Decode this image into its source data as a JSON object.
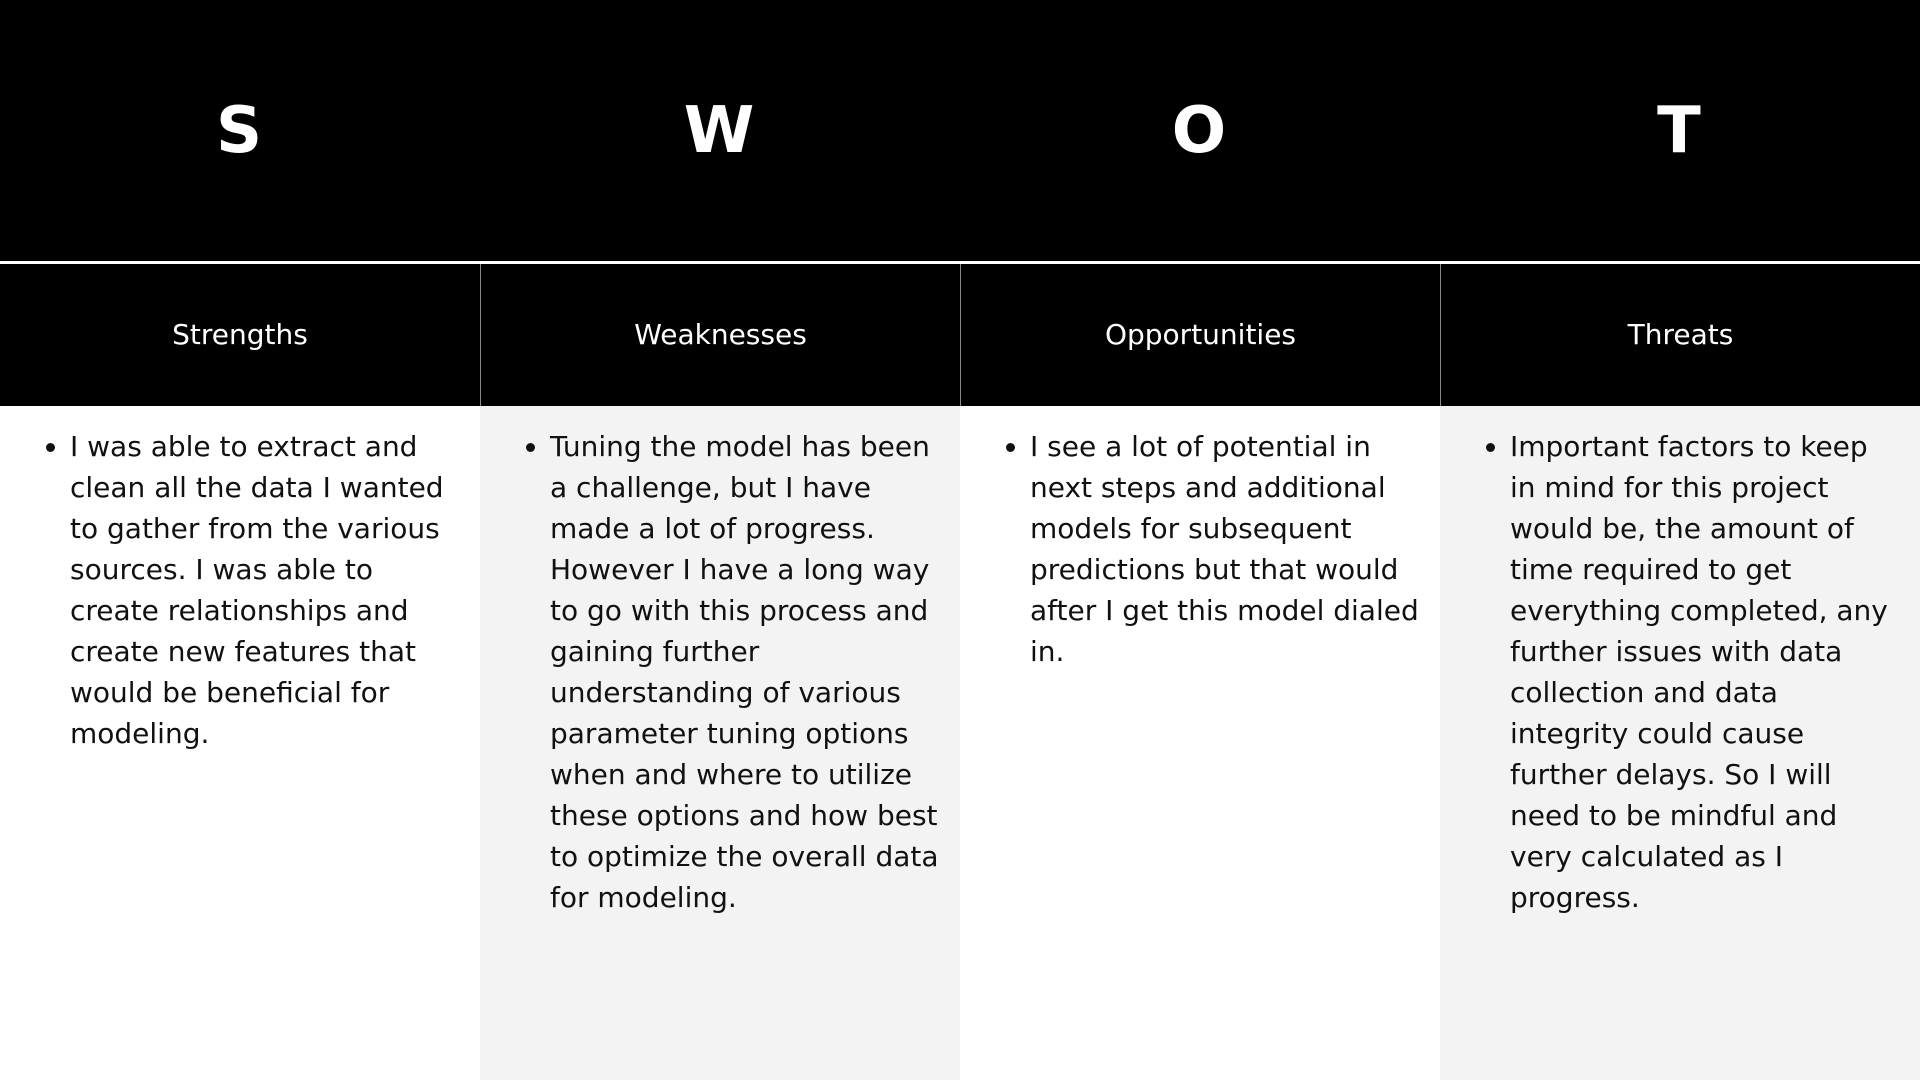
{
  "letters": [
    "S",
    "W",
    "O",
    "T"
  ],
  "headers": [
    "Strengths",
    "Weaknesses",
    "Opportunities",
    "Threats"
  ],
  "content": [
    "I was able to extract and clean all the data I wanted to gather from the various sources. I was able to create relationships and create new features that would be beneficial for modeling.",
    "Tuning the model has been a challenge, but I have made a lot of progress. However I have a long way to go with this process and gaining further understanding of various parameter tuning options when and where to utilize these options and how best to optimize the overall data for modeling.",
    "I see a lot of potential in next steps and additional models for subsequent predictions but that would after I get this model dialed in.",
    "Important factors to keep in mind for this project would be, the amount of time required to get everything completed, any further issues with data collection and data integrity could cause further delays. So I will need to be mindful and very calculated as I progress."
  ],
  "colors": {
    "header_bg": "#000000",
    "header_text": "#ffffff",
    "column_shade": "#f3f3f3",
    "body_text": "#111111"
  }
}
